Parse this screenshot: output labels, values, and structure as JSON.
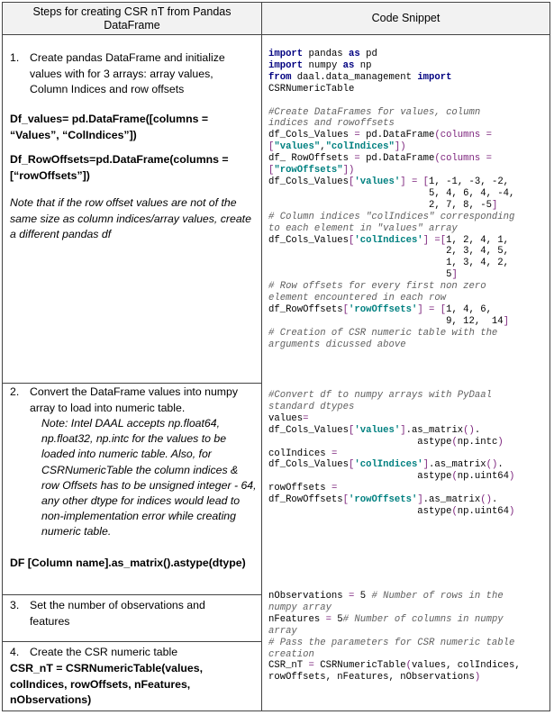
{
  "header": {
    "col1": "Steps for creating CSR nT from Pandas DataFrame",
    "col2": "Code Snippet"
  },
  "steps": [
    {
      "number": "1.",
      "text": "Create pandas DataFrame and initialize values with for 3 arrays: array values, Column Indices and row offsets",
      "code_a": "Df_values= pd.DataFrame([columns = “Values”, “ColIndices”])",
      "code_b": "Df_RowOffsets=pd.DataFrame(columns = [“rowOffsets”])",
      "note": "Note that if the row offset values are not of the same size as column indices/array values, create a different pandas df"
    },
    {
      "number": "2.",
      "text": "Convert the DataFrame values into numpy array to load into numeric table.",
      "note": "Note: Intel DAAL accepts np.float64, np.float32, np.intc for the values to be loaded into numeric table. Also, for CSRNumericTable the column indices & row Offsets has to be unsigned integer - 64, any other dtype for indices would lead to non-implementation error while creating numeric table.",
      "syntax": "DF [Column name].as_matrix().astype(dtype)"
    },
    {
      "number": "3.",
      "text": "Set the number of observations and features"
    },
    {
      "number": "4.",
      "text": "Create the CSR numeric table",
      "syntax": "CSR_nT = CSRNumericTable(values, colIndices, rowOffsets, nFeatures, nObservations)"
    }
  ],
  "code": {
    "block1": [
      "import pandas as pd",
      "import numpy as np",
      "from daal.data_management import",
      "CSRNumericTable",
      "",
      "#Create DataFrames for values, column",
      "indices and rowoffsets",
      "df_Cols_Values = pd.DataFrame(columns =",
      "[\"values\",\"colIndices\"])",
      "df_ RowOffsets = pd.DataFrame(columns =",
      "[\"rowOffsets\"])",
      "df_Cols_Values['values'] = [1, -1, -3, -2,",
      "                            5, 4, 6, 4, -4,",
      "                            2, 7, 8, -5]",
      "# Column indices \"colIndices\" corresponding",
      "to each element in \"values\" array",
      "df_Cols_Values['colIndices'] =[1, 2, 4, 1,",
      "                               2, 3, 4, 5,",
      "                               1, 3, 4, 2,",
      "                               5]",
      "# Row offsets for every first non zero",
      "element encountered in each row",
      "df_RowOffsets['rowOffsets'] = [1, 4, 6,",
      "                               9, 12,  14]",
      "# Creation of CSR numeric table with the",
      "arguments dicussed above"
    ],
    "block2": [
      "#Convert df to numpy arrays with PyDaal",
      "standard dtypes",
      "values=",
      "df_Cols_Values['values'].as_matrix().",
      "                          astype(np.intc)",
      "colIndices =",
      "df_Cols_Values['colIndices'].as_matrix().",
      "                          astype(np.uint64)",
      "rowOffsets =",
      "df_RowOffsets['rowOffsets'].as_matrix().",
      "                          astype(np.uint64)"
    ],
    "block3": [
      "nObservations = 5 # Number of rows in the",
      "numpy array",
      "nFeatures = 5# Number of columns in numpy",
      "array",
      "# Pass the parameters for CSR numeric table",
      "creation",
      "CSR_nT = CSRNumericTable(values, colIndices,",
      "rowOffsets, nFeatures, nObservations)"
    ]
  },
  "colors": {
    "keyword": "#000080",
    "comment": "#606060",
    "string": "#008080",
    "border": "#444444",
    "header_bg": "#f2f2f2"
  }
}
